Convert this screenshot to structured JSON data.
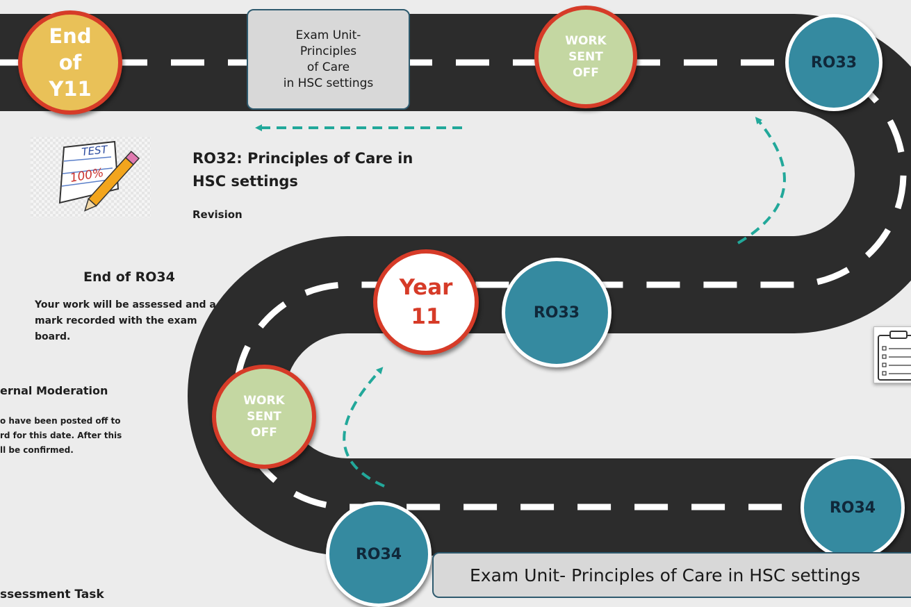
{
  "milestones": {
    "end_y11": "End\nof\nY11",
    "work_sent_off_top": "WORK\nSENT\nOFF",
    "ro33_top": "RO33",
    "year11": "Year\n11",
    "ro33_mid": "RO33",
    "work_sent_off_mid": "WORK\nSENT\nOFF",
    "ro34_bottom_right": "RO34",
    "ro34_bottom_left": "RO34"
  },
  "exam_box_top": "Exam Unit-\nPrinciples\nof Care\nin HSC settings",
  "exam_box_bottom": "Exam Unit- Principles of Care in HSC settings",
  "ro32": {
    "title": "RO32: Principles of Care in\nHSC settings",
    "subtitle": "Revision"
  },
  "test_icon": {
    "label": "TEST",
    "score": "100%"
  },
  "end_of_ro34": {
    "title": "End of RO34",
    "body": "Your work will be assessed and a\nmark recorded with the exam\nboard."
  },
  "moderation": {
    "title": "ernal Moderation",
    "body": "o have been posted off to\nrd for this date. After this\nll be confirmed."
  },
  "assessment_task": "ssessment Task",
  "colors": {
    "road": "#2c2c2c",
    "arrow": "#22a89a",
    "ring": "#d63b28",
    "teal": "#358aa0"
  }
}
